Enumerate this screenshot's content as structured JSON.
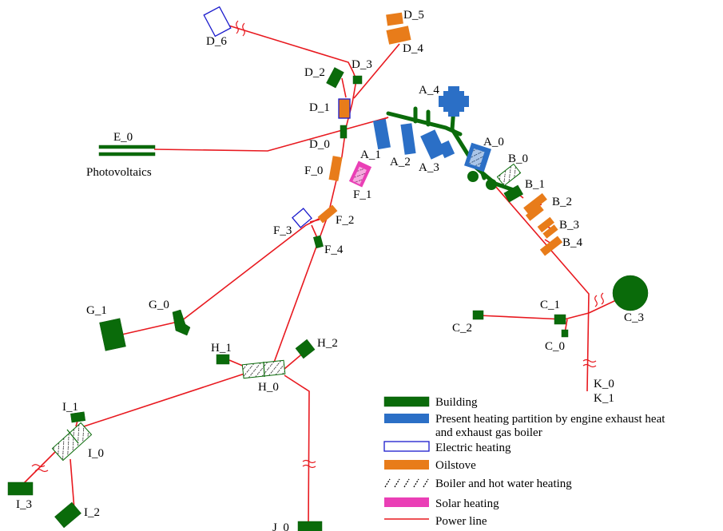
{
  "nodes": {
    "A_0": "A_0",
    "A_1": "A_1",
    "A_2": "A_2",
    "A_3": "A_3",
    "A_4": "A_4",
    "B_0": "B_0",
    "B_1": "B_1",
    "B_2": "B_2",
    "B_3": "B_3",
    "B_4": "B_4",
    "C_0": "C_0",
    "C_1": "C_1",
    "C_2": "C_2",
    "C_3": "C_3",
    "D_0": "D_0",
    "D_1": "D_1",
    "D_2": "D_2",
    "D_3": "D_3",
    "D_4": "D_4",
    "D_5": "D_5",
    "D_6": "D_6",
    "E_0": "E_0",
    "F_0": "F_0",
    "F_1": "F_1",
    "F_2": "F_2",
    "F_3": "F_3",
    "F_4": "F_4",
    "G_0": "G_0",
    "G_1": "G_1",
    "H_0": "H_0",
    "H_1": "H_1",
    "H_2": "H_2",
    "I_0": "I_0",
    "I_1": "I_1",
    "I_2": "I_2",
    "I_3": "I_3",
    "J_0": "J_0",
    "K_0": "K_0",
    "K_1": "K_1"
  },
  "photovoltaics_label": "Photovoltaics",
  "legend": {
    "building": "Building",
    "present_heating_line1": "Present heating partition by engine exhaust heat",
    "present_heating_line2": "and exhaust gas boiler",
    "electric": "Electric heating",
    "oilstove": "Oilstove",
    "boiler": "Boiler and hot water heating",
    "solar": "Solar heating",
    "power_line": "Power line"
  },
  "colors": {
    "building": "#0a6b0a",
    "present_heating": "#2b6fc6",
    "electric_heating": "#1a1acc",
    "oilstove": "#e87c1a",
    "solar_heating": "#ea3fb6",
    "power_line": "#e8191f"
  }
}
